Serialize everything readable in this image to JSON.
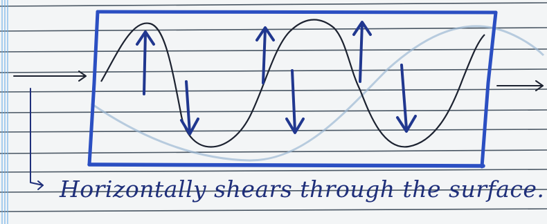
{
  "caption": {
    "text": "Horizontally shears through the surface."
  },
  "colors": {
    "paper": "#f3f5f6",
    "ruled_line": "#2c3b4a",
    "margin_line": "#6aaee8",
    "box_ink": "#2b4fc2",
    "arrow_ink": "#20378f",
    "wave_ink": "#1c2230",
    "faint_wave": "#9db9d4",
    "caption_ink": "#1f2f7a"
  },
  "arrows": {
    "vertical": [
      "up",
      "down",
      "up",
      "down",
      "up",
      "down"
    ],
    "horizontal": [
      "in-left",
      "out-right"
    ]
  }
}
